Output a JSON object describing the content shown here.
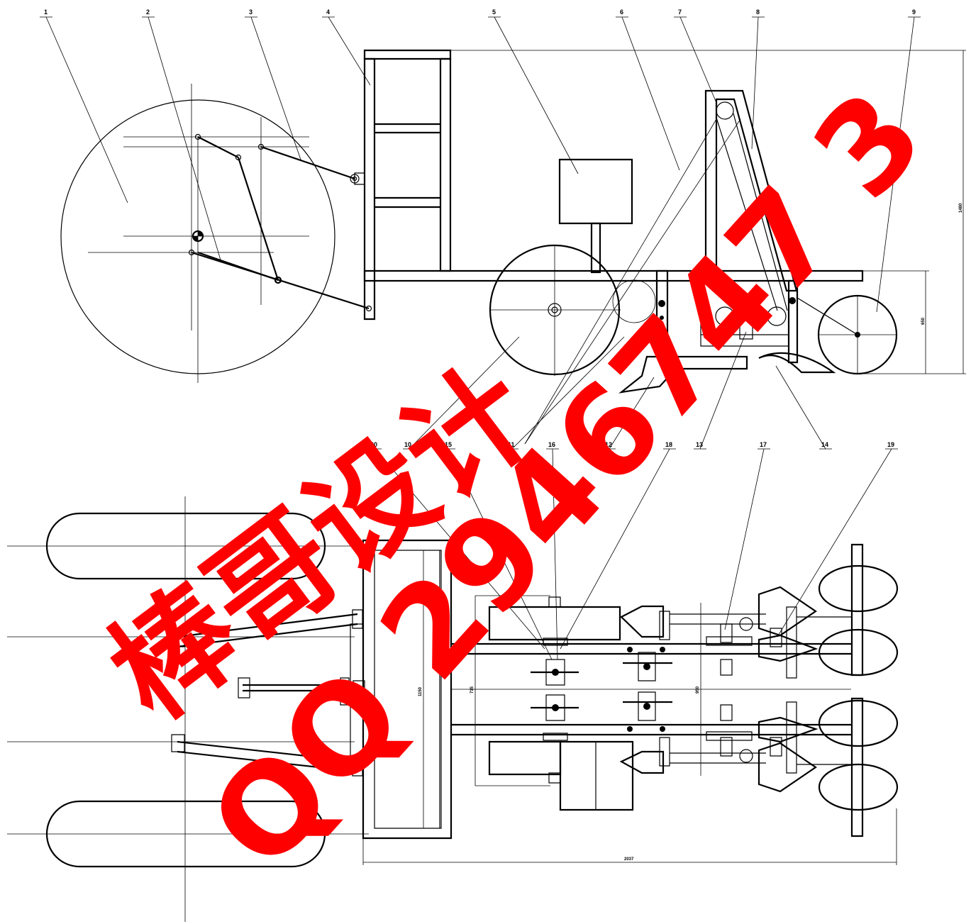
{
  "balloons": {
    "b1": "1",
    "b2": "2",
    "b3": "3",
    "b4": "4",
    "b5": "5",
    "b6": "6",
    "b7": "7",
    "b8": "8",
    "b9": "9",
    "b10": "10",
    "b11": "11",
    "b12": "12",
    "b13": "13",
    "b14": "14",
    "b15": "15",
    "b16": "16",
    "b17": "17",
    "b18": "18",
    "b19": "19",
    "b20": "20"
  },
  "dimensions": {
    "overall_height": "1480",
    "frame_height": "650",
    "frame_width": "1150",
    "inner_width": "715",
    "track_width": "950",
    "overall_length": "2037"
  },
  "watermark": {
    "line1": "棒哥设计",
    "line2": "QQ 2946747 3",
    "color": "#ff0000"
  }
}
